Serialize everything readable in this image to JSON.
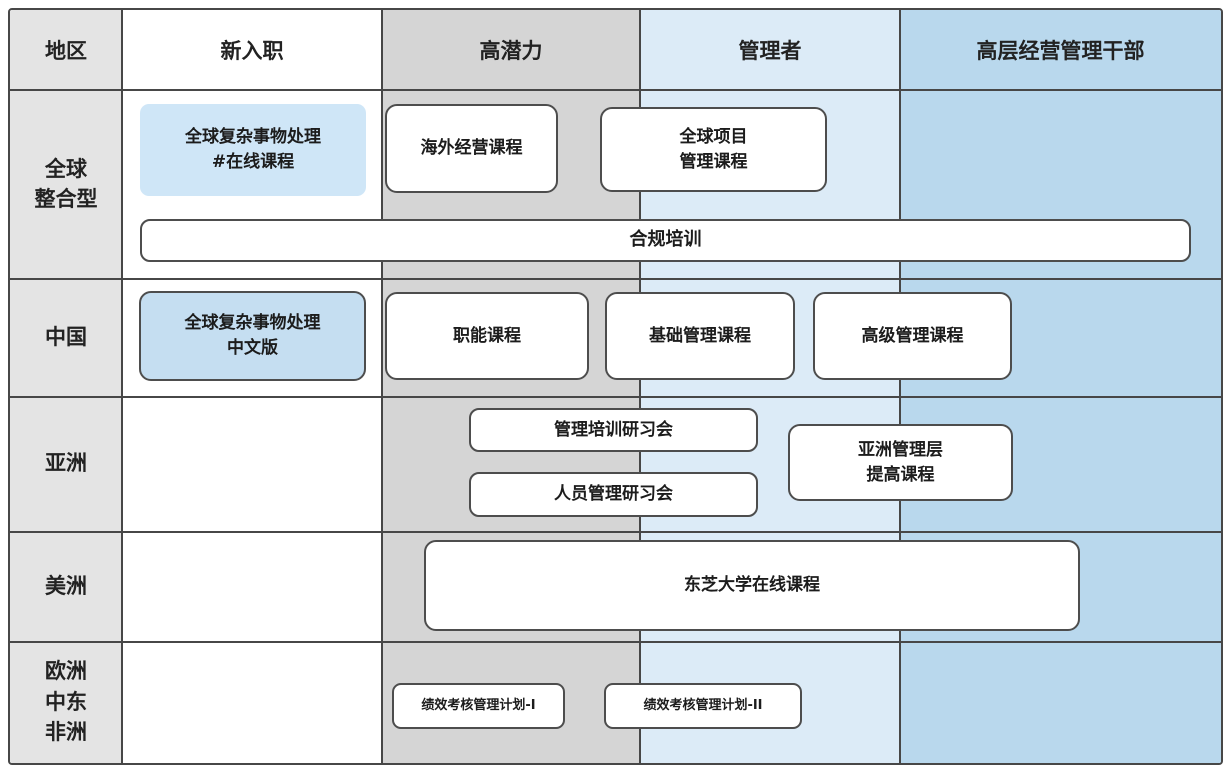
{
  "colors": {
    "region_column_bg": "#e4e4e4",
    "newhire_column_bg": "#ffffff",
    "highpotential_column_bg": "#d5d5d5",
    "manager_column_bg": "#dcebf7",
    "executive_column_bg": "#b9d8ed",
    "highlight_box_bg": "#cfe6f7",
    "highlight_box_bordered_bg": "#c5def1",
    "box_border": "#4d4d4d",
    "grid_line": "#474747",
    "text": "#1c1c1c"
  },
  "header": {
    "columns": [
      {
        "label": "地区"
      },
      {
        "label": "新入职"
      },
      {
        "label": "高潜力"
      },
      {
        "label": "管理者"
      },
      {
        "label": "高层经营管理干部"
      }
    ]
  },
  "rows": [
    {
      "label": "全球\n整合型"
    },
    {
      "label": "中国"
    },
    {
      "label": "亚洲"
    },
    {
      "label": "美洲"
    },
    {
      "label": "欧洲\n中东\n非洲"
    }
  ],
  "boxes": {
    "global_complex_online": {
      "label": "全球复杂事物处理\n#在线课程"
    },
    "overseas_management": {
      "label": "海外经营课程"
    },
    "global_project_management": {
      "label": "全球项目\n管理课程"
    },
    "compliance_training": {
      "label": "合规培训"
    },
    "global_complex_chinese": {
      "label": "全球复杂事物处理\n中文版"
    },
    "functional_courses": {
      "label": "职能课程"
    },
    "basic_management": {
      "label": "基础管理课程"
    },
    "advanced_management": {
      "label": "高级管理课程"
    },
    "management_training_workshop": {
      "label": "管理培训研习会"
    },
    "people_management_workshop": {
      "label": "人员管理研习会"
    },
    "asia_management_improvement": {
      "label": "亚洲管理层\n提高课程"
    },
    "toshiba_university_online": {
      "label": "东芝大学在线课程"
    },
    "performance_management_1": {
      "label": "绩效考核管理计划-I"
    },
    "performance_management_2": {
      "label": "绩效考核管理计划-II"
    }
  }
}
